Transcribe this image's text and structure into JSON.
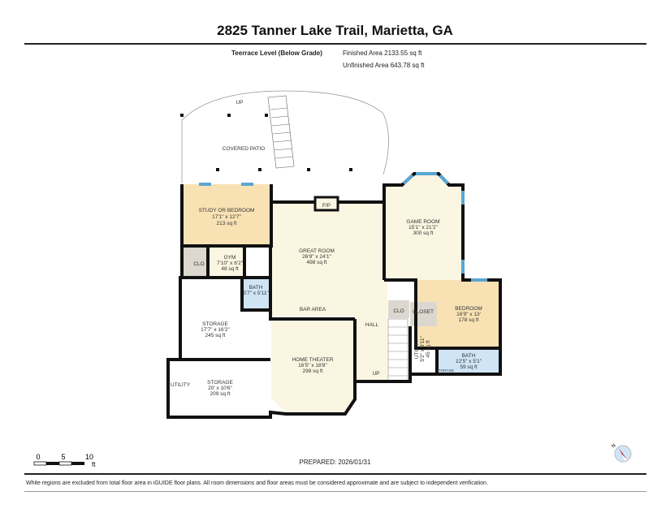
{
  "header": {
    "title": "2825 Tanner Lake Trail, Marietta, GA",
    "level": "Teerrace Level (Below Grade)",
    "finished_area": "Finished Area 2133.55 sq ft",
    "unfinished_area": "Unfinished Area 643.78 sq ft"
  },
  "rooms": {
    "patio": {
      "name": "COVERED PATIO",
      "up": "UP"
    },
    "study": {
      "name": "STUDY OR BEDROOM",
      "dims": "17'1\" x 12'7\"",
      "area": "213 sq ft"
    },
    "fireplace": {
      "name": "F/P"
    },
    "great": {
      "name": "GREAT ROOM",
      "dims": "26'9\" x 24'1\"",
      "area": "498 sq ft"
    },
    "game": {
      "name": "GAME ROOM",
      "dims": "15'1\" x 21'2\"",
      "area": "300 sq ft"
    },
    "clo_left": {
      "name": "CLO"
    },
    "gym": {
      "name": "GYM",
      "dims": "7'10\" x 6'2\"",
      "area": "48 sq ft"
    },
    "bath_small": {
      "name": "BATH",
      "dims": "5'7\" x 5'11\""
    },
    "bar": {
      "name": "BAR AREA"
    },
    "storage1": {
      "name": "STORAGE",
      "dims": "17'7\" x 16'2\"",
      "area": "245 sq ft"
    },
    "storage2": {
      "name": "STORAGE",
      "dims": "20' x 10'6\"",
      "area": "209 sq ft"
    },
    "utility_left": {
      "name": "UTILITY"
    },
    "theater": {
      "name": "HOME THEATER",
      "dims": "16'5\" x 18'8\"",
      "area": "298 sq ft"
    },
    "hall": {
      "name": "HALL",
      "up": "UP"
    },
    "clo_right": {
      "name": "CLO"
    },
    "closet": {
      "name": "CLOSET"
    },
    "bedroom": {
      "name": "BEDROOM",
      "dims": "16'9\" x 13'",
      "area": "178 sq ft"
    },
    "utility_right": {
      "name": "UTILITY",
      "dims": "5'2\" x 8'11\"",
      "area": "45 sq ft"
    },
    "bath_right": {
      "name": "BATH",
      "dims": "12'5\" x 5'1\"",
      "area": "59 sq ft"
    },
    "storage_small": {
      "name": "STORAGE"
    }
  },
  "scale": {
    "ticks": [
      "0",
      "5",
      "10"
    ],
    "unit": "ft"
  },
  "compass": {
    "label": "N"
  },
  "footer": {
    "prepared": "PREPARED: 2026/01/31",
    "disclaimer": "White regions are excluded from total floor area in iGUIDE floor plans. All room dimensions and floor areas must be considered approximate and are subject to independent verification."
  },
  "colors": {
    "finished": "#fbf6e2",
    "bedroom": "#f8e2b4",
    "bath": "#cfe5f6",
    "closet": "#dcd7cf",
    "window": "#5aa6d2"
  }
}
